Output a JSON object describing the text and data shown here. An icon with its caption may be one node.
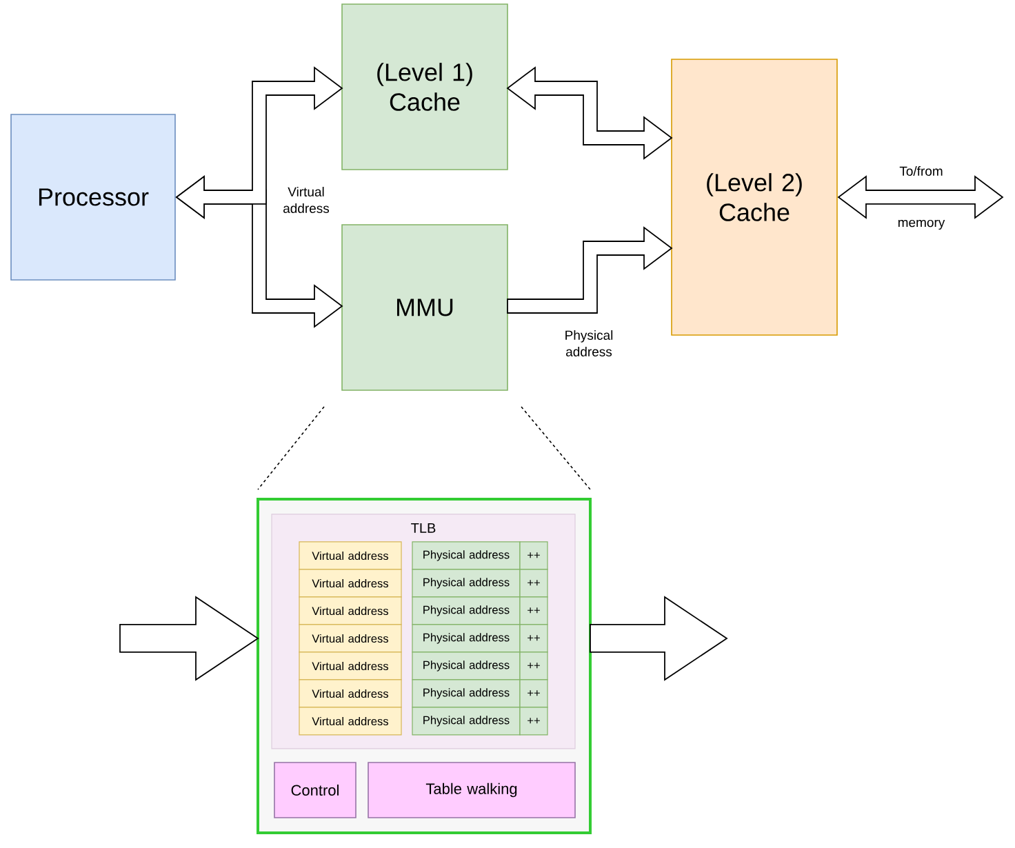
{
  "diagram": {
    "nodes": [
      {
        "text": [
          "Processor"
        ]
      },
      {
        "text": [
          "(Level 1) Cache"
        ]
      },
      {
        "text": [
          "MMU"
        ]
      },
      {
        "text": [
          "(Level 2) Cache"
        ]
      },
      {
        "text": [],
        "shape": "box"
      },
      {
        "text": [
          "TLB"
        ],
        "in": 4
      },
      {
        "text": [
          "Virtual address"
        ],
        "in": 5
      },
      {
        "text": [
          "Physical address"
        ],
        "in": 5
      },
      {
        "text": [
          "++"
        ],
        "in": 5
      },
      {
        "text": [
          "Virtual address"
        ],
        "in": 5
      },
      {
        "text": [
          "Physical address"
        ],
        "in": 5
      },
      {
        "text": [
          "++"
        ],
        "in": 5
      },
      {
        "text": [
          "Virtual address"
        ],
        "in": 5
      },
      {
        "text": [
          "Physical address"
        ],
        "in": 5
      },
      {
        "text": [
          "++"
        ],
        "in": 5
      },
      {
        "text": [
          "Virtual address"
        ],
        "in": 5
      },
      {
        "text": [
          "Physical address"
        ],
        "in": 5
      },
      {
        "text": [
          "++"
        ],
        "in": 5
      },
      {
        "text": [
          "Virtual address"
        ],
        "in": 5
      },
      {
        "text": [
          "Physical address"
        ],
        "in": 5
      },
      {
        "text": [
          "++"
        ],
        "in": 5
      },
      {
        "text": [
          "Virtual address"
        ],
        "in": 5
      },
      {
        "text": [
          "Physical address"
        ],
        "in": 5
      },
      {
        "text": [
          "++"
        ],
        "in": 5
      },
      {
        "text": [
          "Virtual address"
        ],
        "in": 5
      },
      {
        "text": [
          "Physical address"
        ],
        "in": 5
      },
      {
        "text": [
          "++"
        ],
        "in": 5
      },
      {
        "text": [
          "Control"
        ],
        "in": 4
      },
      {
        "text": [
          "Table walking"
        ],
        "in": 4
      }
    ],
    "edges": [
      {
        "from": 0,
        "to": 1,
        "arrow": "both"
      },
      {
        "from": 0,
        "to": 2,
        "arrow": "both",
        "label": "Virtual address"
      },
      {
        "from": 1,
        "to": 3,
        "arrow": "both"
      },
      {
        "from": 2,
        "to": 3,
        "arrow": "to",
        "label": "Physical address"
      },
      {
        "from": 3,
        "to": null,
        "arrow": "both"
      },
      {
        "from": null,
        "to": 4,
        "arrow": "to"
      },
      {
        "from": 4,
        "to": null,
        "arrow": "to"
      },
      {
        "from": 2,
        "to": 4,
        "arrow": "none",
        "style": "dashed"
      },
      {
        "from": 2,
        "to": 4,
        "arrow": "none",
        "style": "dashed"
      }
    ],
    "labels": [
      "To/from",
      "memory"
    ]
  }
}
